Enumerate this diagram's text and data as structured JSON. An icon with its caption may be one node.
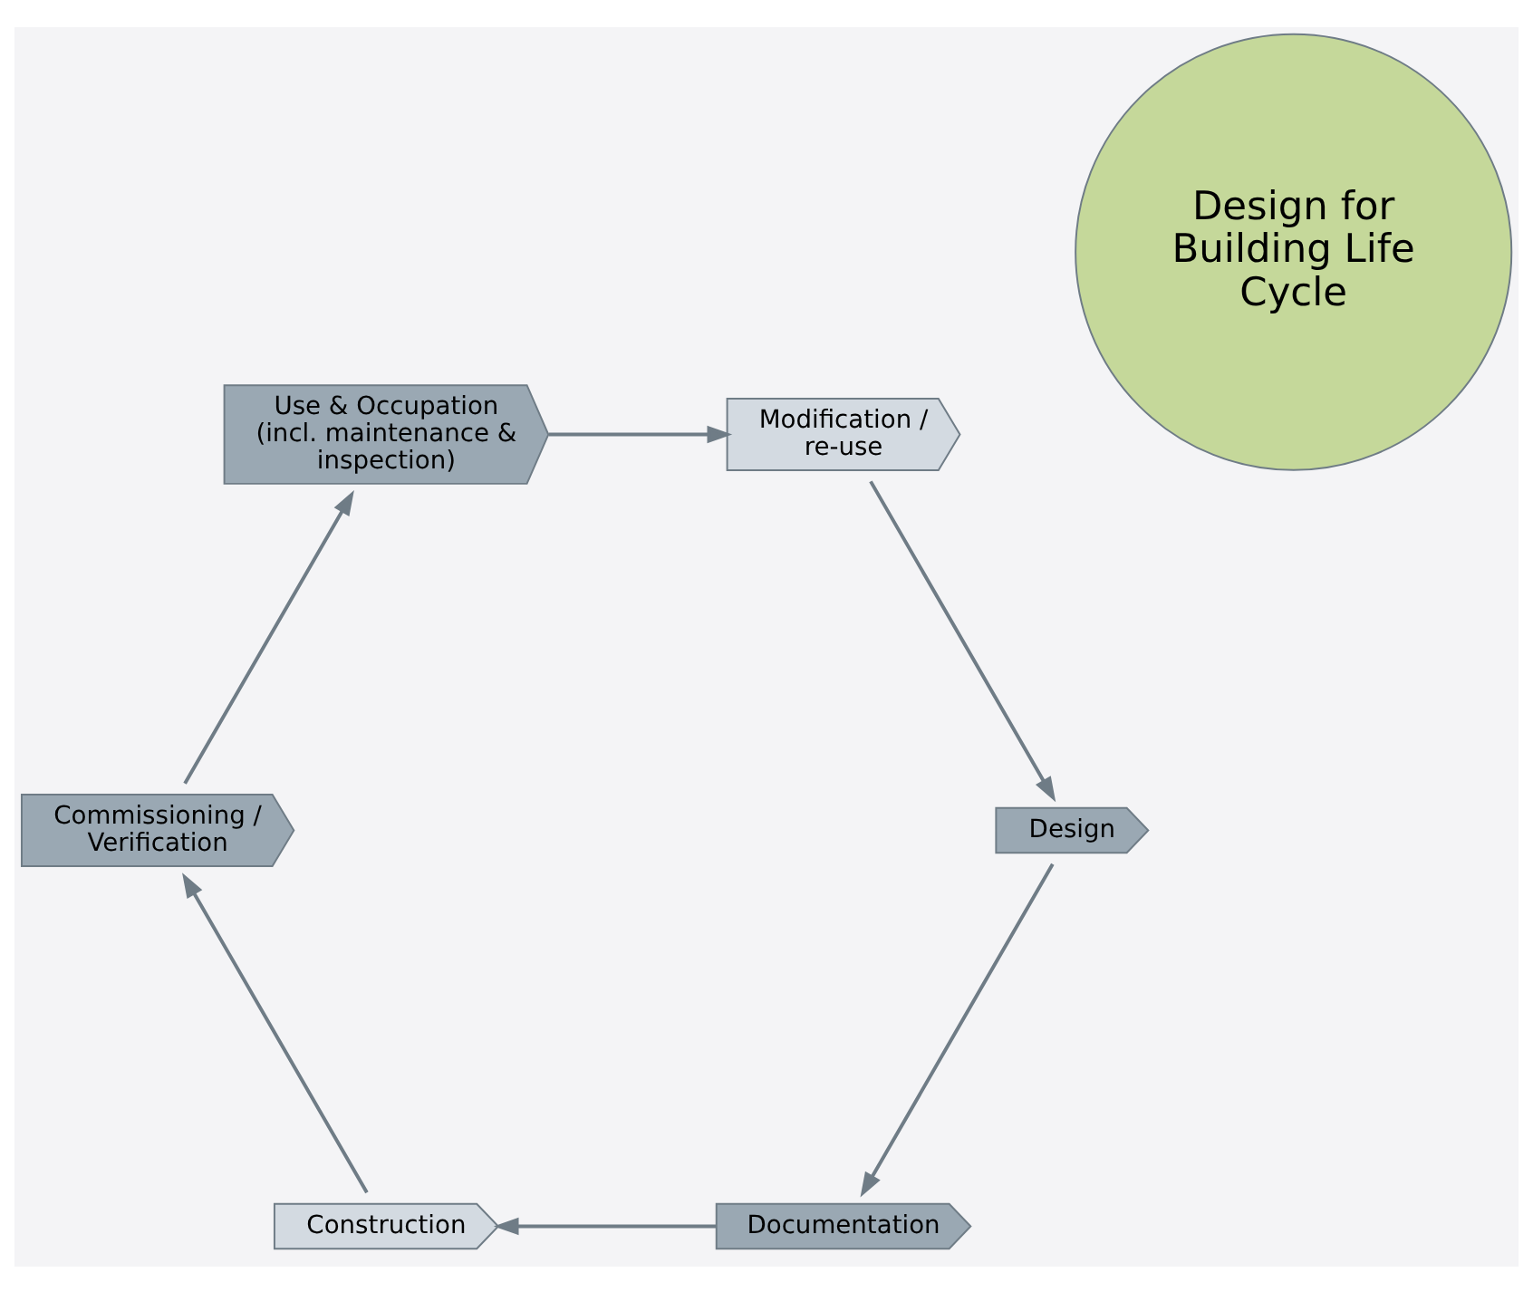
{
  "diagram": {
    "nodes": [
      {
        "text": [
          "Design for Building Life Cycle"
        ]
      },
      {
        "text": [
          "Documentation"
        ]
      },
      {
        "text": [
          "Construction"
        ]
      },
      {
        "text": [
          "Commissioning / Verification"
        ]
      },
      {
        "text": [
          "Use & Occupation (incl. maintenance & inspection)"
        ]
      },
      {
        "text": [
          "Modification / re-use"
        ]
      },
      {
        "text": [
          "Design"
        ]
      }
    ],
    "edges": [
      {
        "from": 1,
        "to": 2,
        "arrow": "to"
      },
      {
        "from": 2,
        "to": 3,
        "arrow": "to"
      },
      {
        "from": 3,
        "to": 4,
        "arrow": "to"
      },
      {
        "from": 4,
        "to": 5,
        "arrow": "to"
      },
      {
        "from": 5,
        "to": 6,
        "arrow": "to"
      },
      {
        "from": 6,
        "to": 1,
        "arrow": "to"
      }
    ]
  }
}
